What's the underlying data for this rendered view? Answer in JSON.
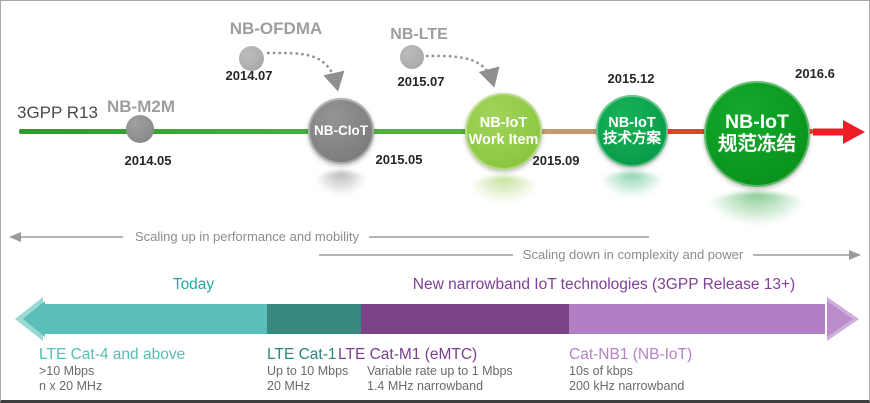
{
  "header": {
    "track_label": "3GPP R13"
  },
  "timeline": {
    "milestones": [
      {
        "id": "nb-m2m",
        "label": "NB-M2M",
        "date": "2014.05",
        "color": "#8e8e8e"
      },
      {
        "id": "nb-ciot",
        "label": "NB-CIoT",
        "date": "2015.05",
        "color": "#7f7f7f"
      },
      {
        "id": "work-item",
        "line1": "NB-IoT",
        "line2": "Work Item",
        "date": "2015.09",
        "color": "#8cc63f"
      },
      {
        "id": "tech-plan",
        "line1": "NB-IoT",
        "line2": "技术方案",
        "date": "2015.12",
        "color": "#0ba64d"
      },
      {
        "id": "spec-freeze",
        "line1": "NB-IoT",
        "line2": "规范冻结",
        "date": "2016.6",
        "color": "#0b9b22"
      }
    ],
    "satellites": [
      {
        "id": "nb-ofdma",
        "label": "NB-OFDMA",
        "date": "2014.07",
        "color": "#ababab"
      },
      {
        "id": "nb-lte",
        "label": "NB-LTE",
        "date": "2015.07",
        "color": "#ababab"
      }
    ],
    "track_colors": {
      "green": "#3fa438",
      "light_green": "#55b13f",
      "tan": "#c49a70",
      "red": "#e2432c",
      "arrow_red": "#ee1c25"
    }
  },
  "scaling": {
    "up_label": "Scaling up in performance and mobility",
    "down_label": "Scaling down in complexity and power"
  },
  "band": {
    "today_label": "Today",
    "today_color": "#29a79e",
    "new_label": "New narrowband IoT technologies (3GPP Release 13+)",
    "new_color": "#7f3f98",
    "segments": [
      {
        "title": "LTE Cat-4 and above",
        "detail1": ">10 Mbps",
        "detail2": "n x 20 MHz",
        "fill": "#5bbfb9",
        "title_color": "#55bdb6"
      },
      {
        "title": "LTE Cat-1",
        "detail1": "Up to 10 Mbps",
        "detail2": "20 MHz",
        "fill": "#37897f",
        "title_color": "#2a877b"
      },
      {
        "title": "LTE Cat-M1 (eMTC)",
        "detail1": "Variable rate up to 1 Mbps",
        "detail2": "1.4 MHz narrowband",
        "fill": "#7a4486",
        "title_color": "#7b3f91"
      },
      {
        "title": "Cat-NB1 (NB-IoT)",
        "detail1": "10s of kbps",
        "detail2": "200 kHz narrowband",
        "fill": "#b37fc4",
        "title_color": "#b481c9"
      }
    ]
  }
}
